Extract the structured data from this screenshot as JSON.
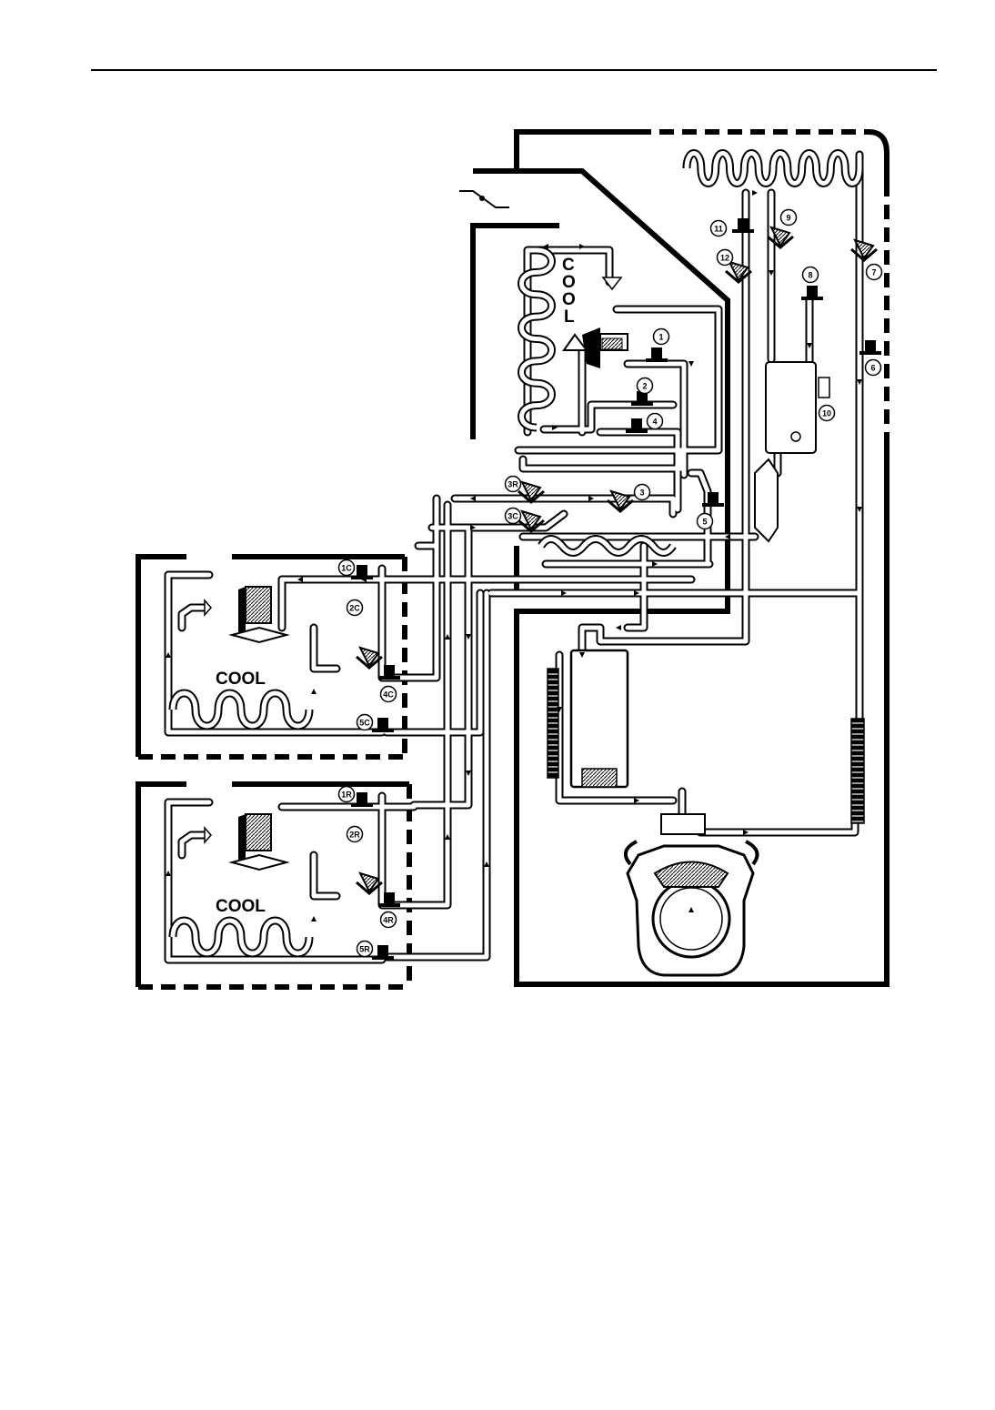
{
  "colors": {
    "ink": "#000000",
    "paper": "#ffffff"
  },
  "zones": {
    "upper": {
      "label_letters": [
        "C",
        "O",
        "O",
        "L"
      ]
    },
    "middle": {
      "label": "COOL"
    },
    "lower": {
      "label": "COOL"
    }
  },
  "valves": {
    "v1": "1",
    "v2": "2",
    "v3": "3",
    "v4": "4",
    "v5": "5",
    "v6": "6",
    "v7": "7",
    "v8": "8",
    "v9": "9",
    "v10": "10",
    "v11": "11",
    "v12": "12",
    "v1c": "1C",
    "v2c": "2C",
    "v3c": "3C",
    "v4c": "4C",
    "v5c": "5C",
    "v1r": "1R",
    "v2r": "2R",
    "v3r": "3R",
    "v4r": "4R",
    "v5r": "5R"
  },
  "icons": {
    "valve": "solenoid-valve-icon",
    "check_valve": "check-valve-icon",
    "compressor": "compressor-icon",
    "accumulator": "accumulator-icon",
    "heat_exchanger": "heat-exchanger-icon",
    "coil": "evaporator-coil-icon"
  }
}
